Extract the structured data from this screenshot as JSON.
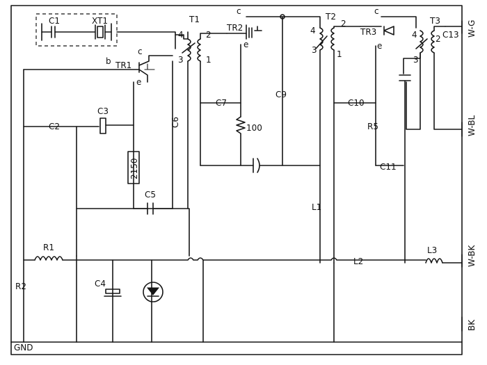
{
  "labels": {
    "c1": "C1",
    "xt1": "XT1",
    "t1": "T1",
    "t2": "T2",
    "t3": "T3",
    "tr1": "TR1",
    "tr2": "TR2",
    "tr3": "TR3",
    "c2": "C2",
    "c3": "C3",
    "c5": "C5",
    "c6": "C6",
    "c7": "C7",
    "c9": "C9",
    "c10": "C10",
    "c11": "C11",
    "c13": "C13",
    "r1": "R1",
    "r2": "R2",
    "r5": "R5",
    "l1": "L1",
    "l2": "L2",
    "l3": "L3",
    "c4": "C4",
    "gnd": "GND",
    "res_2150": "2150",
    "res_100": "100",
    "w_g": "W-G",
    "w_bl": "W-BL",
    "w_bk": "W-BK",
    "bk": "BK",
    "pin_b": "b",
    "pin_c_tr1": "c",
    "pin_e_tr1": "e",
    "pin_c_tr2": "c",
    "pin_e_tr2": "e",
    "pin_c_tr3": "c",
    "pin_e_tr3": "e",
    "t1_p4": "4",
    "t1_p2": "2",
    "t1_p3": "3",
    "t1_p1": "1",
    "t2_p4": "4",
    "t2_p2": "2",
    "t2_p3": "3",
    "t2_p1": "1",
    "t3_p4": "4",
    "t3_p2": "2",
    "t3_p3": "3"
  }
}
